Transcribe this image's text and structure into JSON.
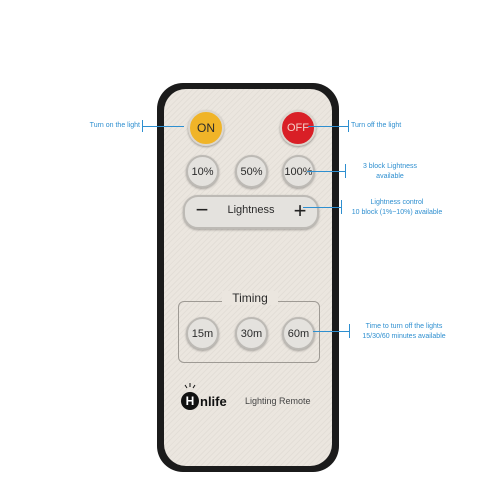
{
  "remote": {
    "on_label": "ON",
    "off_label": "OFF",
    "preset_buttons": [
      "10%",
      "50%",
      "100%"
    ],
    "lightness_minus": "−",
    "lightness_label": "Lightness",
    "lightness_plus": "+",
    "timing_label": "Timing",
    "timing_buttons": [
      "15m",
      "30m",
      "60m"
    ],
    "brand": "nlife",
    "brand_initial": "H",
    "product_name": "Lighting Remote"
  },
  "callouts": {
    "on": "Turn on the light",
    "off": "Turn off the light",
    "preset_line1": "3 block Lightness",
    "preset_line2": "available",
    "control_line1": "Lightness control",
    "control_line2": "10 block (1%~10%) available",
    "timing_line1": "Time to turn off the lights",
    "timing_line2": "15/30/60 minutes available"
  },
  "colors": {
    "on_button": "#f0b428",
    "off_button": "#d91f26",
    "callout": "#2e8fd0"
  }
}
